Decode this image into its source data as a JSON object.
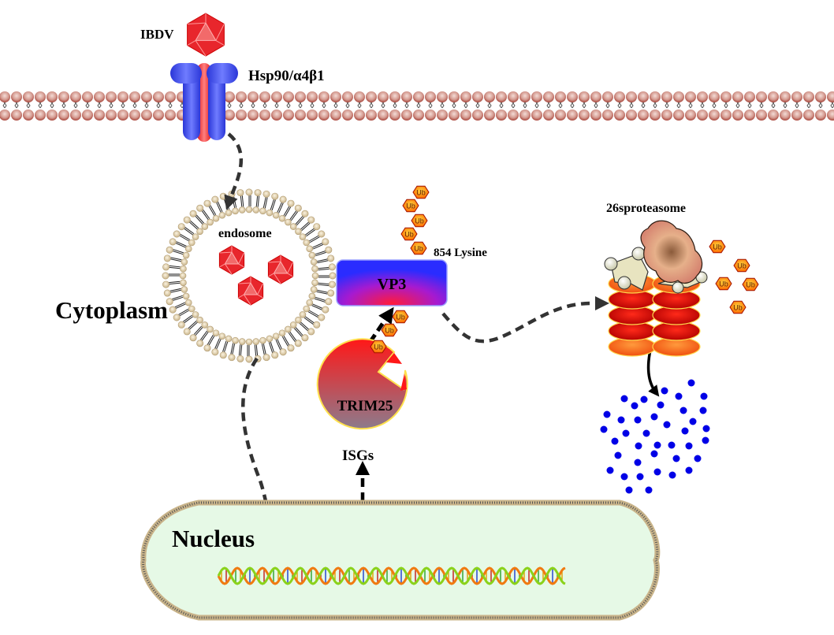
{
  "diagram": {
    "title": "IBDV VP3 ubiquitination by TRIM25 and proteasomal degradation",
    "labels": {
      "virus": "IBDV",
      "receptor": "Hsp90/α4β1",
      "endosome": "endosome",
      "cytoplasm": "Cytoplasm",
      "lysine_site": "854 Lysine",
      "vp3": "VP3",
      "trim25": "TRIM25",
      "proteasome": "26sproteasome",
      "isgs": "ISGs",
      "nucleus": "Nucleus",
      "ubiquitin": "Ub"
    },
    "components": [
      {
        "id": "virus",
        "name": "IBDV",
        "shape": "icosahedron",
        "color": "#e8262c"
      },
      {
        "id": "receptor",
        "name": "Hsp90/α4β1",
        "shape": "transmembrane-receptor",
        "colors": [
          "#2b3df0",
          "#e8262c"
        ]
      },
      {
        "id": "plasma-membrane",
        "name": "plasma membrane",
        "shape": "lipid-bilayer",
        "color": "#b45a50"
      },
      {
        "id": "endosome",
        "name": "endosome",
        "contents": "3 IBDV virions"
      },
      {
        "id": "vp3",
        "name": "VP3",
        "ubiquitin_chain_length": 5,
        "site": "854 Lysine"
      },
      {
        "id": "trim25",
        "name": "TRIM25",
        "ubiquitin_count": 3
      },
      {
        "id": "proteasome",
        "name": "26sproteasome",
        "free_ubiquitin_count": 5
      },
      {
        "id": "peptides",
        "name": "degraded peptides",
        "color": "#0000e6"
      },
      {
        "id": "nucleus",
        "name": "Nucleus",
        "contains": "DNA double helix",
        "fill": "#e6f9e6"
      }
    ],
    "arrows": [
      {
        "from": "receptor",
        "to": "endosome",
        "style": "dashed"
      },
      {
        "from": "endosome",
        "to": "nucleus",
        "style": "dashed"
      },
      {
        "from": "nucleus",
        "to": "isgs",
        "style": "dashed"
      },
      {
        "from": "trim25",
        "to": "vp3",
        "style": "dashed"
      },
      {
        "from": "vp3",
        "to": "proteasome",
        "style": "dashed"
      },
      {
        "from": "proteasome",
        "to": "peptides",
        "style": "solid"
      }
    ]
  }
}
